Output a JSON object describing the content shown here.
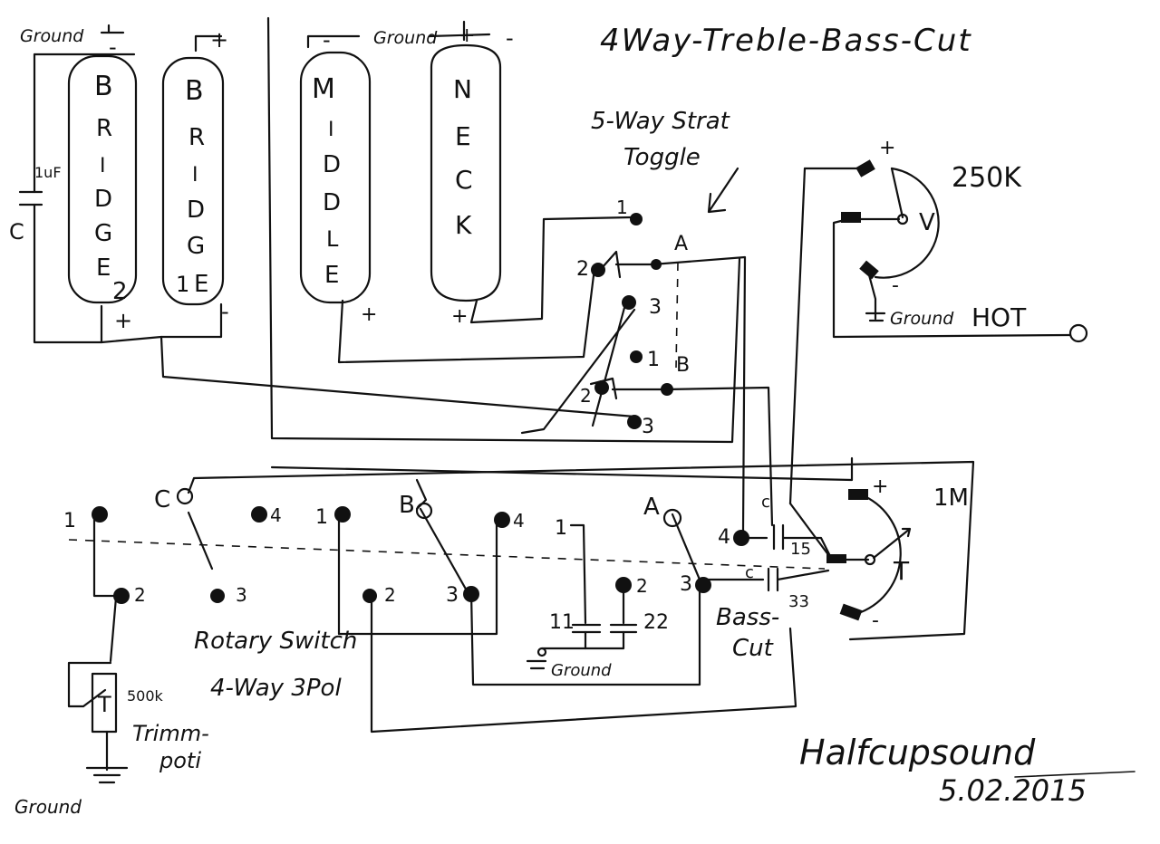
{
  "title": "4Way-Treble-Bass-Cut",
  "pickups": {
    "bridge2": {
      "letters": [
        "B",
        "R",
        "I",
        "D",
        "G",
        "E"
      ],
      "number": "2",
      "plus": "+",
      "minus": "-"
    },
    "bridge1": {
      "letters": [
        "B",
        "R",
        "I",
        "D",
        "G",
        "E"
      ],
      "number": "1",
      "plus": "+",
      "minus": "-"
    },
    "middle": {
      "letters": [
        "M",
        "I",
        "D",
        "D",
        "L",
        "E"
      ],
      "plus": "+"
    },
    "neck": {
      "letters": [
        "N",
        "E",
        "C",
        "K"
      ],
      "plus": "+"
    }
  },
  "labels": {
    "ground_top_left": "Ground",
    "ground_top_mid": "Ground",
    "ground_pot": "Ground",
    "ground_caps": "Ground",
    "ground_trim": "Ground",
    "minus_sign": "-",
    "plus_sign": "+",
    "cap_c": "C",
    "cap_1uf": "1uF",
    "toggle_label_1": "5-Way Strat",
    "toggle_label_2": "Toggle",
    "pot_250k": "250K",
    "pot_v": "V",
    "hot": "HOT",
    "pot_1m": "1M",
    "pot_t": "T",
    "rotary_1": "Rotary Switch",
    "rotary_2": "4-Way 3Pol",
    "trim_1": "Trimm-",
    "trim_2": "poti",
    "trim_value": "500k",
    "trim_t": "T",
    "bass_1": "Bass-",
    "bass_2": "Cut",
    "cap_15": "15",
    "cap_33": "33",
    "cap_11": "11",
    "cap_22": "22",
    "cap_c_small_1": "c",
    "cap_c_small_2": "c",
    "signature": "Halfcupsound",
    "date": "5.02.2015"
  },
  "toggle": {
    "deck_a": {
      "name": "A",
      "lugs": [
        "1",
        "2",
        "3"
      ]
    },
    "deck_b": {
      "name": "B",
      "lugs": [
        "1",
        "2",
        "3"
      ]
    }
  },
  "rotary": {
    "C": {
      "name": "C",
      "lugs": [
        "1",
        "2",
        "3",
        "4"
      ]
    },
    "B": {
      "name": "B",
      "lugs": [
        "1",
        "2",
        "3",
        "4"
      ]
    },
    "A": {
      "name": "A",
      "lugs": [
        "1",
        "2",
        "3",
        "4"
      ]
    }
  }
}
